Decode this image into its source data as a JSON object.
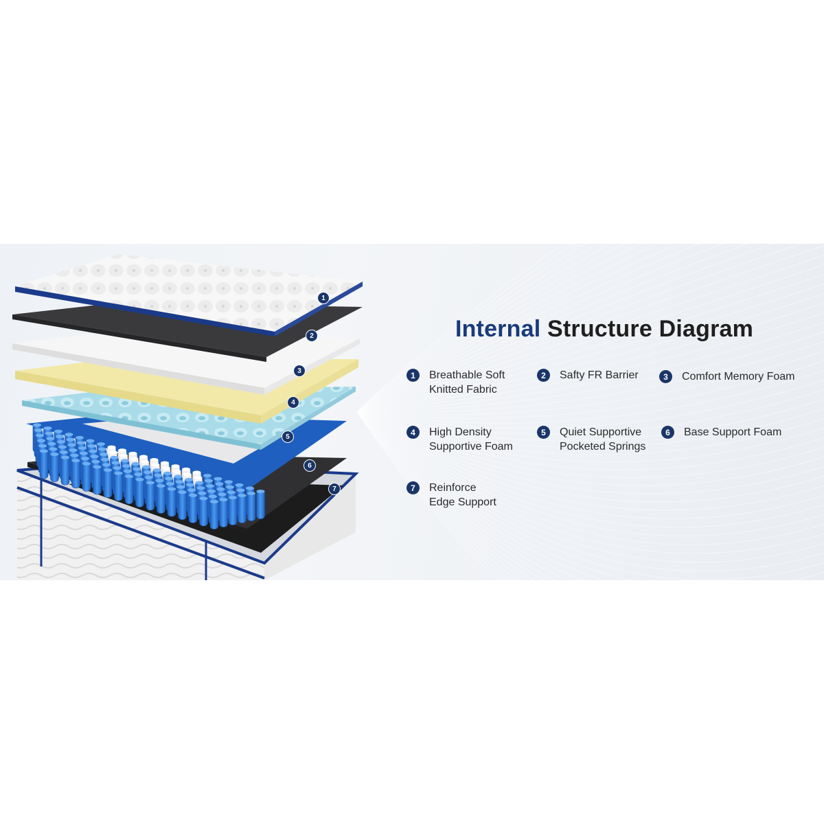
{
  "title": {
    "highlight": "Internal",
    "rest": "Structure Diagram"
  },
  "colors": {
    "accent": "#1a3a7a",
    "badge": "#1a3568",
    "spring_blue": "#2f7fe0",
    "memory_foam": "#f2e9a8",
    "support_foam": "#a9dbe8",
    "barrier": "#3a3a3c"
  },
  "layers": [
    {
      "num": "1",
      "label": "Breathable Soft\nKnitted Fabric"
    },
    {
      "num": "2",
      "label": "Safty FR Barrier"
    },
    {
      "num": "3",
      "label": "Comfort Memory Foam"
    },
    {
      "num": "4",
      "label": "High Density\nSupportive Foam"
    },
    {
      "num": "5",
      "label": "Quiet Supportive\nPocketed Springs"
    },
    {
      "num": "6",
      "label": "Base Support Foam"
    },
    {
      "num": "7",
      "label": "Reinforce\nEdge Support"
    }
  ]
}
